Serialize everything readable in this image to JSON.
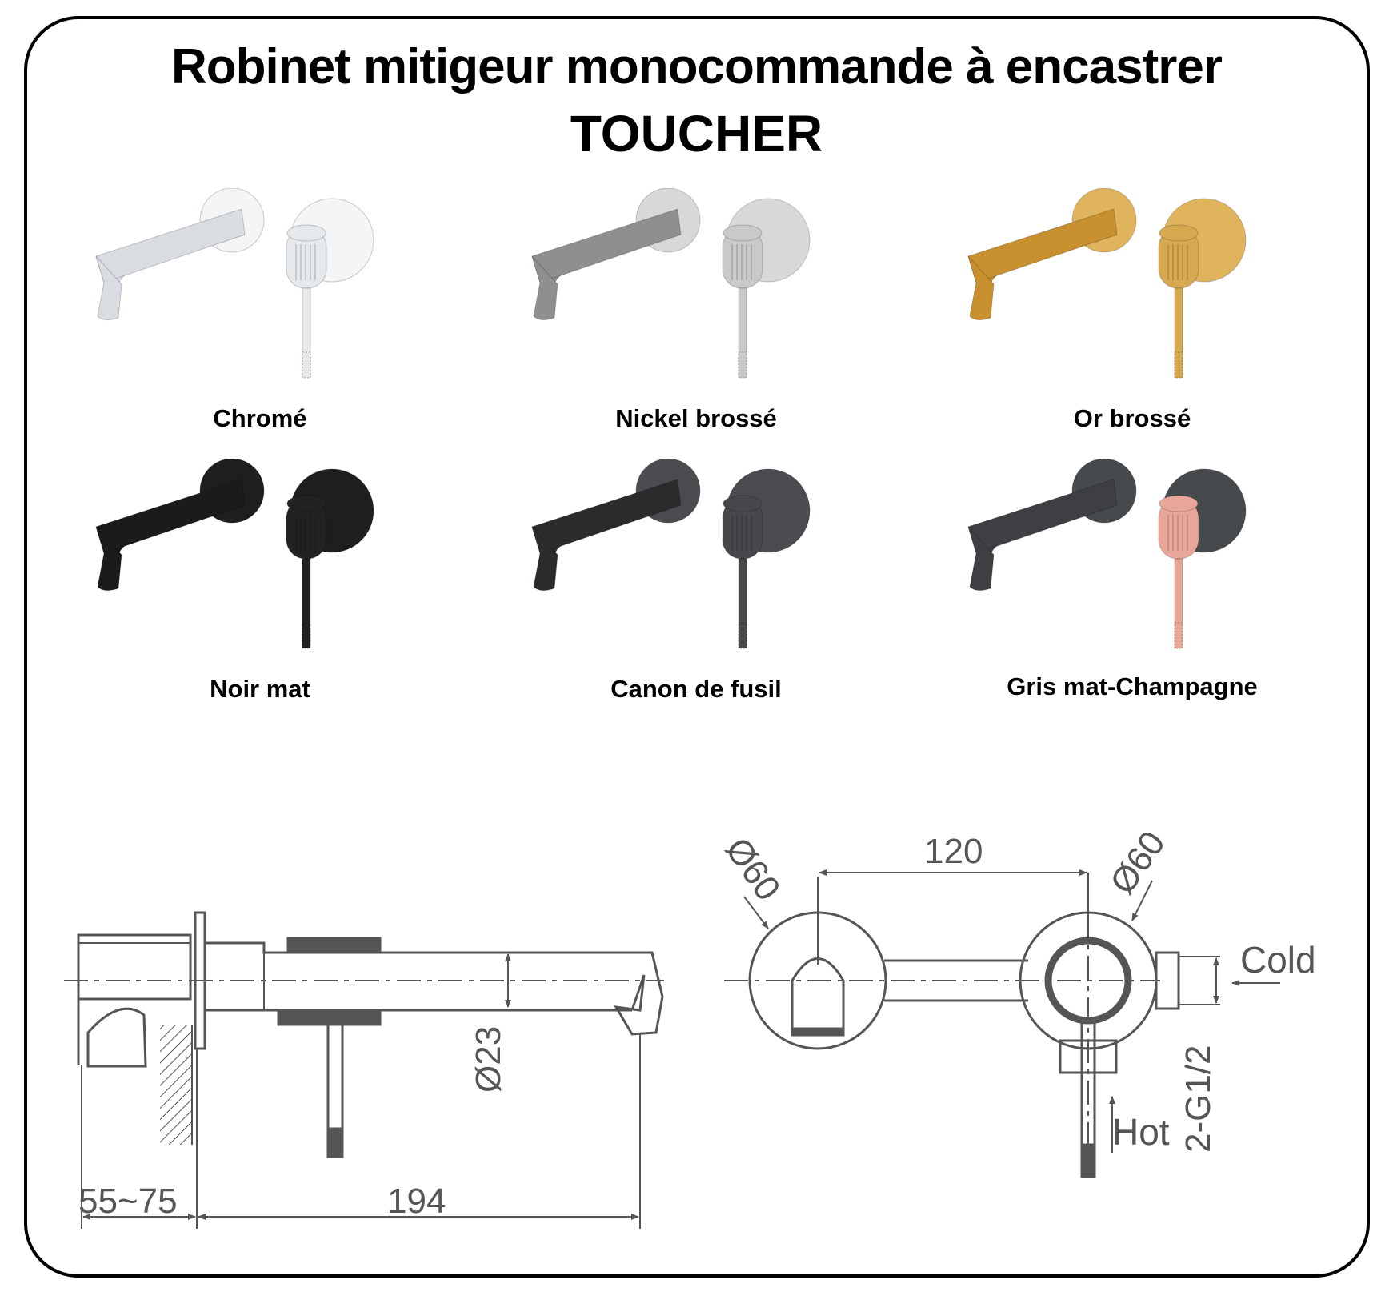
{
  "title": {
    "line1": "Robinet mitigeur monocommande à encastrer",
    "line2": "TOUCHER"
  },
  "finishes": [
    {
      "label": "Chromé",
      "spout_color": "#d9dde2",
      "handle_color": "#e6e9ec",
      "plate_color": "#f4f5f7"
    },
    {
      "label": "Nickel brossé",
      "spout_color": "#8e8f91",
      "handle_color": "#c9c9c9",
      "plate_color": "#d8d8d8"
    },
    {
      "label": "Or brossé",
      "spout_color": "#c8902e",
      "handle_color": "#d6a850",
      "plate_color": "#e0b45c"
    },
    {
      "label": "Noir mat",
      "spout_color": "#1b1b1b",
      "handle_color": "#222222",
      "plate_color": "#1e1e1e"
    },
    {
      "label": "Canon de fusil",
      "spout_color": "#2a2b2d",
      "handle_color": "#46484b",
      "plate_color": "#4a4c4f"
    },
    {
      "label": "Gris mat-Champagne",
      "spout_color": "#3d3f42",
      "handle_color": "#e8a698",
      "plate_color": "#474a4d"
    }
  ],
  "drawing": {
    "side_view": {
      "dim_wall": "55~75",
      "dim_spout_length": "194",
      "dim_spout_diameter": "Ø23"
    },
    "front_view": {
      "dim_centers": "120",
      "dim_left_plate": "Ø60",
      "dim_right_plate": "Ø60",
      "label_cold": "Cold",
      "label_hot": "Hot",
      "label_thread": "2-G1/2"
    },
    "line_color": "#555555"
  }
}
